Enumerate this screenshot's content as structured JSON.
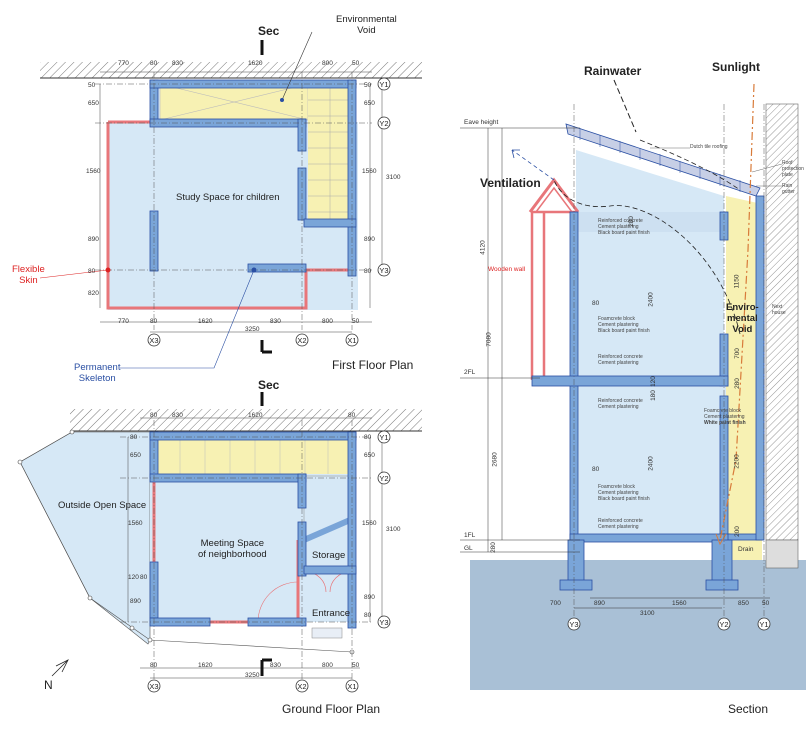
{
  "first_floor": {
    "title": "First Floor Plan",
    "sec_marker": "Sec",
    "room": "Study Space for children",
    "callout_void": [
      "Environmental",
      "Void"
    ],
    "callout_skin": [
      "Flexible",
      "Skin"
    ],
    "callout_skeleton": [
      "Permanent",
      "Skeleton"
    ],
    "dims_top": [
      "770",
      "80",
      "830",
      "1620",
      "800",
      "50"
    ],
    "dims_bottom": [
      "770",
      "80",
      "1620",
      "830",
      "800",
      "50"
    ],
    "dim_total": "3250",
    "dims_left": [
      "50",
      "650",
      "1560",
      "890",
      "80",
      "820"
    ],
    "dims_right": [
      "50",
      "650",
      "1560",
      "890",
      "80",
      "3100"
    ],
    "axes_v": [
      "X3",
      "X2",
      "X1"
    ],
    "axes_h": [
      "Y1",
      "Y2",
      "Y3"
    ]
  },
  "ground_floor": {
    "title": "Ground Floor Plan",
    "sec_marker": "Sec",
    "outside": "Outside Open Space",
    "room": [
      "Meeting Space",
      "of neighborhood"
    ],
    "storage": "Storage",
    "entrance": "Entrance",
    "north": "N",
    "dims_top": [
      "80",
      "830",
      "1620",
      "80"
    ],
    "dims_bottom": [
      "80",
      "1620",
      "830",
      "800",
      "50"
    ],
    "dim_total": "3250",
    "dims_left": [
      "80",
      "650",
      "1560",
      "120",
      "80",
      "890"
    ],
    "dims_right": [
      "80",
      "650",
      "1560",
      "3100",
      "890",
      "80"
    ],
    "axes_v": [
      "X3",
      "X2",
      "X1"
    ],
    "axes_h": [
      "Y1",
      "Y2",
      "Y3"
    ]
  },
  "section": {
    "title": "Section",
    "rainwater": "Rainwater",
    "sunlight": "Sunlight",
    "ventilation": "Ventilation",
    "void": [
      "Enviro-",
      "mental",
      "Void"
    ],
    "wooden_wall": "Wooden wall",
    "drain": "Drain",
    "neighbor": [
      "Next",
      "house"
    ],
    "levels": [
      "Eave height",
      "2FL",
      "1FL",
      "GL"
    ],
    "roof_notes": [
      "Dutch tile roofing",
      "Roof protection plate",
      "Rain gutter"
    ],
    "notes_upper": [
      "Reinforced concrete",
      "Cement plastering",
      "Black board paint finish"
    ],
    "notes_foam1": [
      "Foamcrete block",
      "Cement plastering",
      "Black board paint finish"
    ],
    "notes_rc": [
      "Reinforced concrete",
      "Cement plastering"
    ],
    "notes_rc2": [
      "Reinforced concrete",
      "Cement plastering"
    ],
    "notes_foam_white": [
      "Foamcrete block",
      "Cement plastering",
      "White paint finish"
    ],
    "notes_foam2": [
      "Foamcrete block",
      "Cement plastering",
      "Black board paint finish"
    ],
    "notes_rc3": [
      "Reinforced concrete",
      "Cement plastering"
    ],
    "dims_left": [
      "4120",
      "7080",
      "2680",
      "280"
    ],
    "dims_inner": [
      "280",
      "2400",
      "80",
      "120",
      "180",
      "2400",
      "80"
    ],
    "dims_void": [
      "1150",
      "700",
      "280",
      "2200",
      "200"
    ],
    "dims_bottom": [
      "700",
      "890",
      "1560",
      "850",
      "50"
    ],
    "dim_total": "3100",
    "axes": [
      "Y3",
      "Y2",
      "Y1"
    ]
  },
  "colors": {
    "interior": "#d6e8f6",
    "void": "#f7f1b3",
    "skeleton": "#7aa5d8",
    "skin": "#e8767a",
    "ground": "#a9c0d6"
  }
}
